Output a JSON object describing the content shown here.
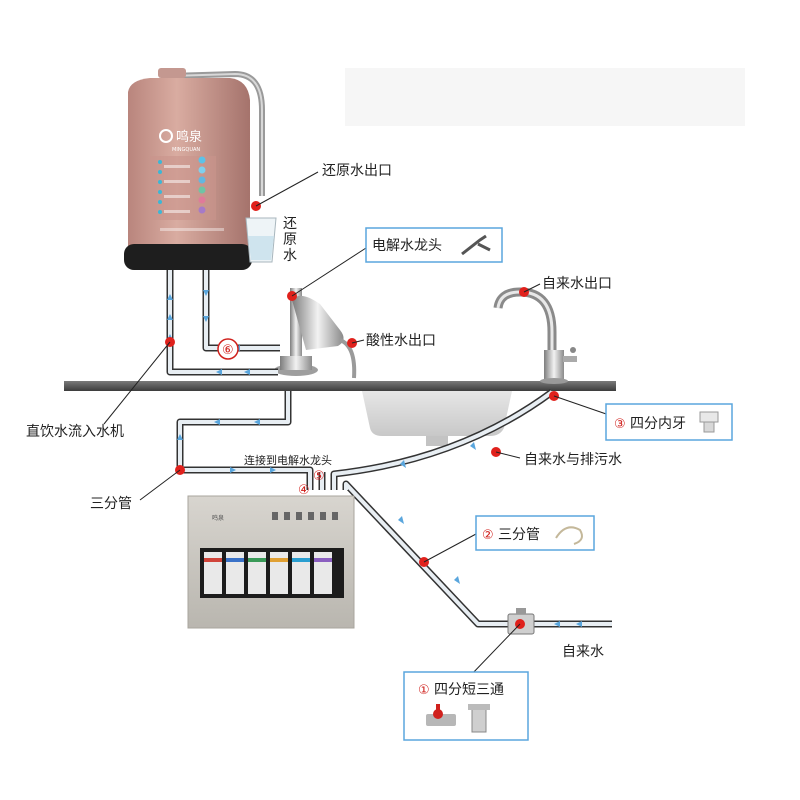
{
  "device": {
    "brand_cn": "鸣泉",
    "brand_en": "MINGQUAN"
  },
  "filter_unit": {
    "brand_cn": "鸣泉"
  },
  "labels": {
    "reduced_water_outlet": "还原水出口",
    "reduced_water_vertical": [
      "还",
      "原",
      "水"
    ],
    "electrolysis_faucet": "电解水龙头",
    "acid_water_outlet": "酸性水出口",
    "tap_water_outlet": "自来水出口",
    "direct_drink_inflow": "直饮水流入水机",
    "three_quarter_pipe_left": "三分管",
    "connect_to_faucet": "连接到电解水龙头",
    "tap_and_drain": "自来水与排污水",
    "tap_water": "自来水"
  },
  "callouts": {
    "c1": {
      "num": "①",
      "text": "四分短三通"
    },
    "c2": {
      "num": "②",
      "text": "三分管"
    },
    "c3": {
      "num": "③",
      "text": "四分内牙"
    }
  },
  "markers": {
    "m4": "④",
    "m5": "⑤",
    "m6": "⑥"
  }
}
